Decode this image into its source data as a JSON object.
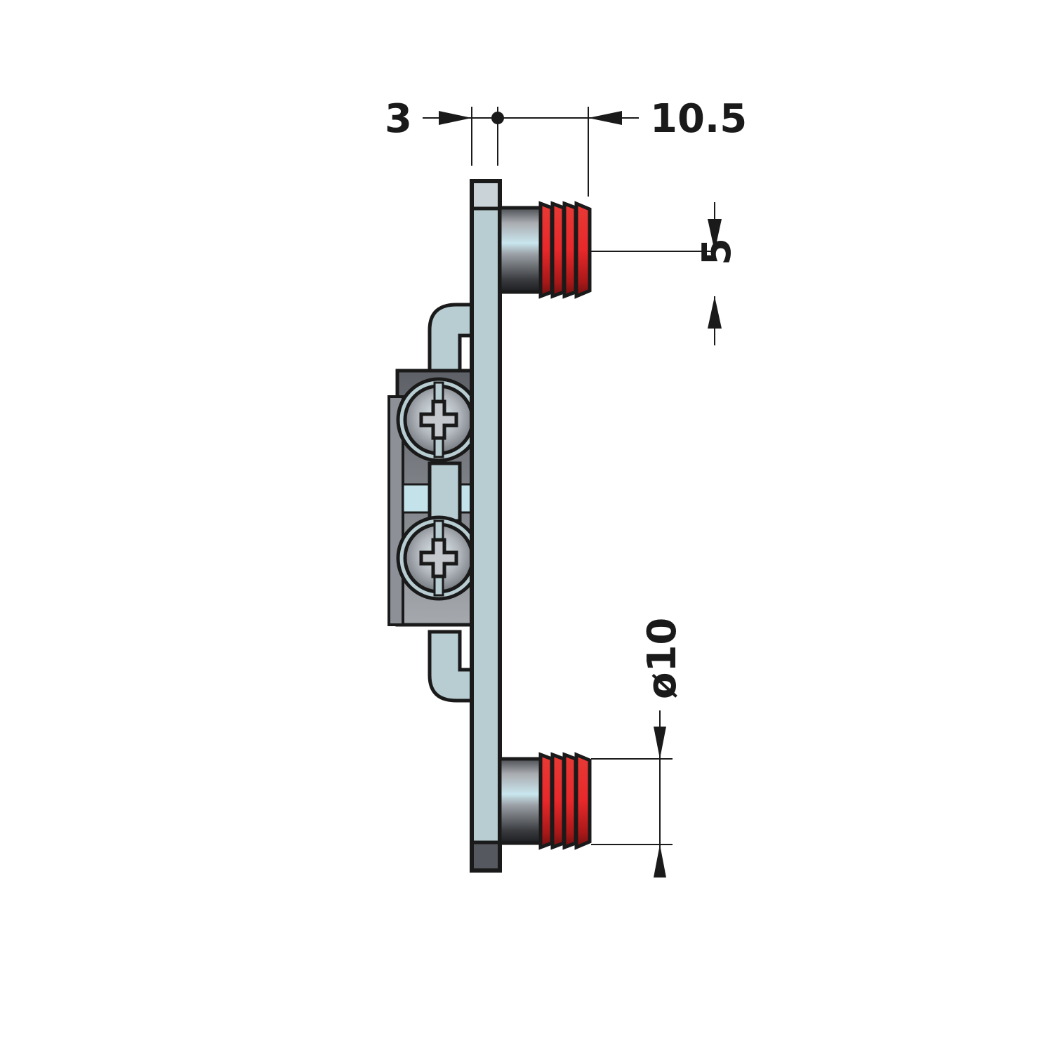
{
  "diagram": {
    "subject": "connector fitting side view",
    "colors": {
      "outline": "#1a1a1a",
      "plate": "#b8cdd2",
      "plate_dark": "#4a4d52",
      "thread_red": "#e8282a",
      "thread_dark": "#8a1010",
      "metal_light": "#c7e3ea",
      "metal_mid": "#9ea3a8",
      "metal_dark": "#2e3034",
      "background": "#ffffff"
    },
    "dimensions": {
      "plate_thickness": "3",
      "projection": "10.5",
      "thread_offset": "5",
      "diameter": "ø10"
    }
  }
}
